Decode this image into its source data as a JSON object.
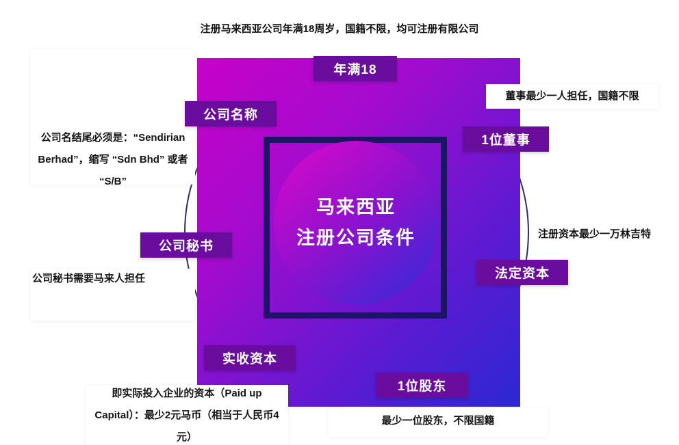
{
  "top_note": "注册马来西亚公司年满18周岁，国籍不限，均可注册有限公司",
  "center": {
    "title_line1": "马来西亚",
    "title_line2": "注册公司条件"
  },
  "labels": {
    "age": "年满18",
    "company_name": "公司名称",
    "director": "1位董事",
    "secretary": "公司秘书",
    "statutory_capital": "法定资本",
    "paid_in_capital": "实收资本",
    "shareholder": "1位股东"
  },
  "notes": {
    "company_name": "公司名结尾必须是：“Sendirian Berhad”，缩写 “Sdn Bhd” 或者 “S/B”",
    "director": "董事最少一人担任，国籍不限",
    "statutory_capital": "注册资本最少一万林吉特",
    "secretary": "公司秘书需要马来人担任",
    "paid_in_capital": "即实际投入企业的资本（Paid up Capital）：最少2元马币（相当于人民币4元）",
    "shareholder": "最少一位股东，不限国籍"
  },
  "colors": {
    "gradient_start": "#c701c9",
    "gradient_end": "#2b28d3",
    "tag_purple": "#6a0d9f",
    "frame_navy": "#1c1566",
    "note_black": "#141414"
  }
}
